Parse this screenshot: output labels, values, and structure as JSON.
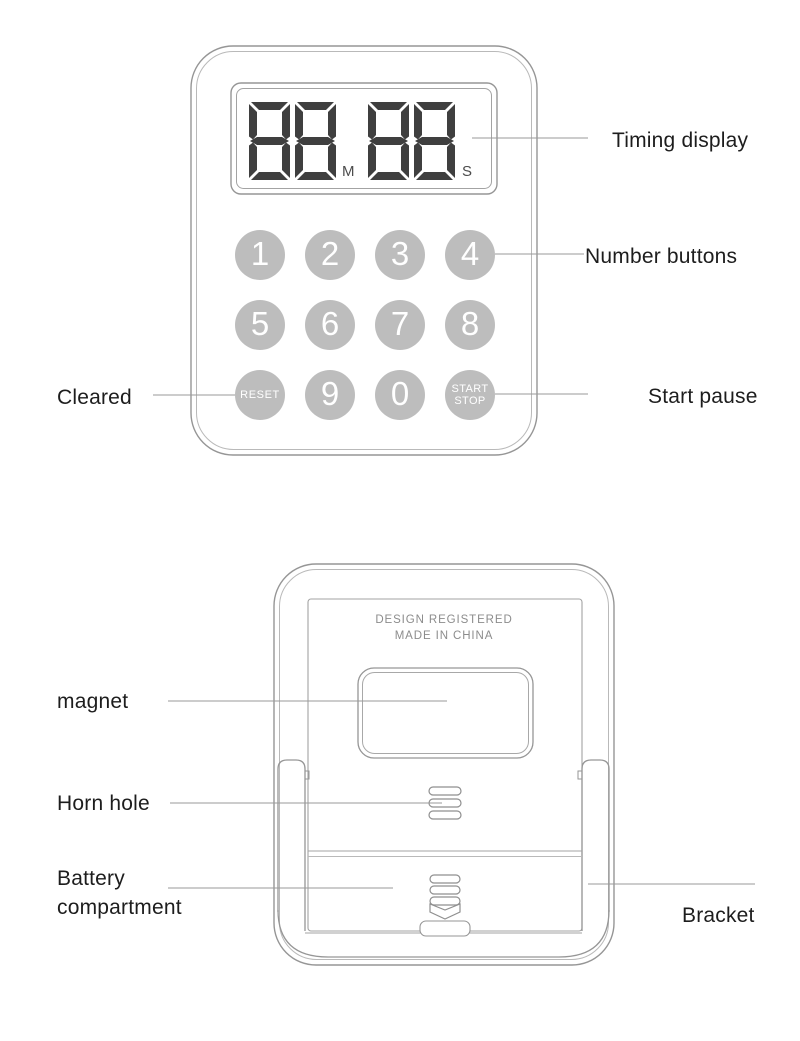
{
  "product": "digital timer annotated diagram",
  "colors": {
    "background": "#ffffff",
    "outline_gray": "#969696",
    "outline_light": "#b9b9b9",
    "button_fill": "#bdbdbd",
    "button_text": "#ffffff",
    "digit_segment": "#3f3f3f",
    "annotation_text": "#1d1d1d",
    "stamp_text": "#8c8c8c"
  },
  "front": {
    "display": {
      "minutes": "88",
      "seconds": "88",
      "minutes_unit": "M",
      "seconds_unit": "S"
    },
    "keypad": {
      "row1": [
        "1",
        "2",
        "3",
        "4"
      ],
      "row2": [
        "5",
        "6",
        "7",
        "8"
      ],
      "reset": "RESET",
      "nine": "9",
      "zero": "0",
      "start_stop": [
        "START",
        "STOP"
      ]
    }
  },
  "back": {
    "stamp": [
      "DESIGN REGISTERED",
      "MADE IN CHINA"
    ]
  },
  "annotations": {
    "timing_display": "Timing display",
    "number_buttons": "Number buttons",
    "cleared": "Cleared",
    "start_pause": "Start pause",
    "magnet": "magnet",
    "horn_hole": "Horn hole",
    "battery_compartment": [
      "Battery",
      "compartment"
    ],
    "bracket": "Bracket"
  }
}
